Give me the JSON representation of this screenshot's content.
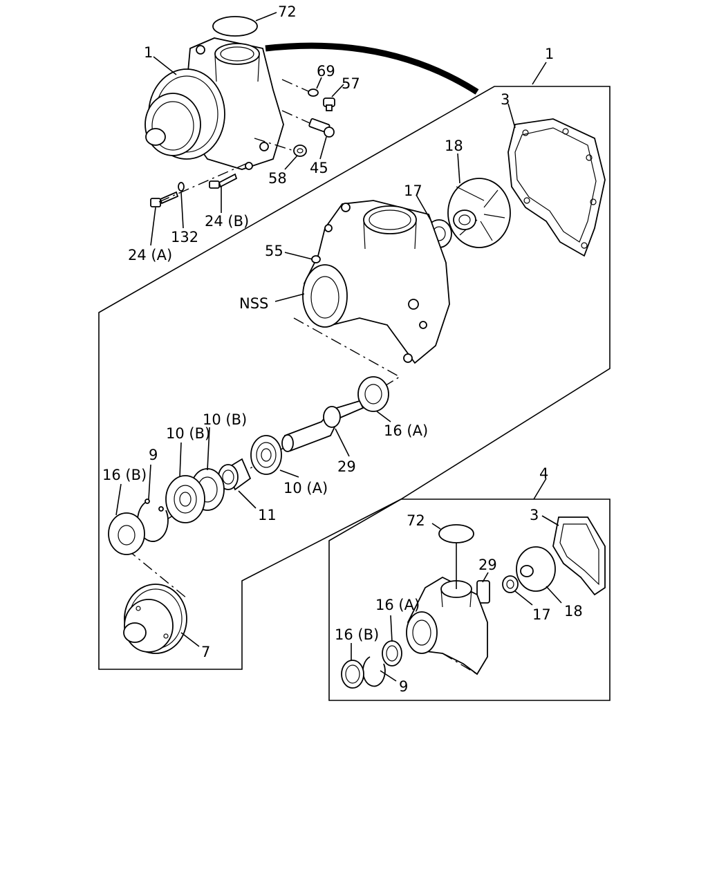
{
  "labels": {
    "l72_top": "72",
    "l1_left": "1",
    "l1_right": "1",
    "l69": "69",
    "l57": "57",
    "l45": "45",
    "l58": "58",
    "l3_top": "3",
    "l18_top": "18",
    "l17_top": "17",
    "l55": "55",
    "lNSS": "NSS",
    "l24b": "24 (B)",
    "l132": "132",
    "l24a": "24 (A)",
    "l16a_main": "16 (A)",
    "l29_main": "29",
    "l10a": "10 (A)",
    "l11": "11",
    "l10b_1": "10 (B)",
    "l10b_2": "10 (B)",
    "l9_main": "9",
    "l16b_main": "16 (B)",
    "l7": "7",
    "l4": "4",
    "l72_inset": "72",
    "l3_inset": "3",
    "l29_inset": "29",
    "l16a_inset": "16 (A)",
    "l16b_inset": "16 (B)",
    "l9_inset": "9",
    "l17_inset": "17",
    "l18_inset": "18"
  }
}
